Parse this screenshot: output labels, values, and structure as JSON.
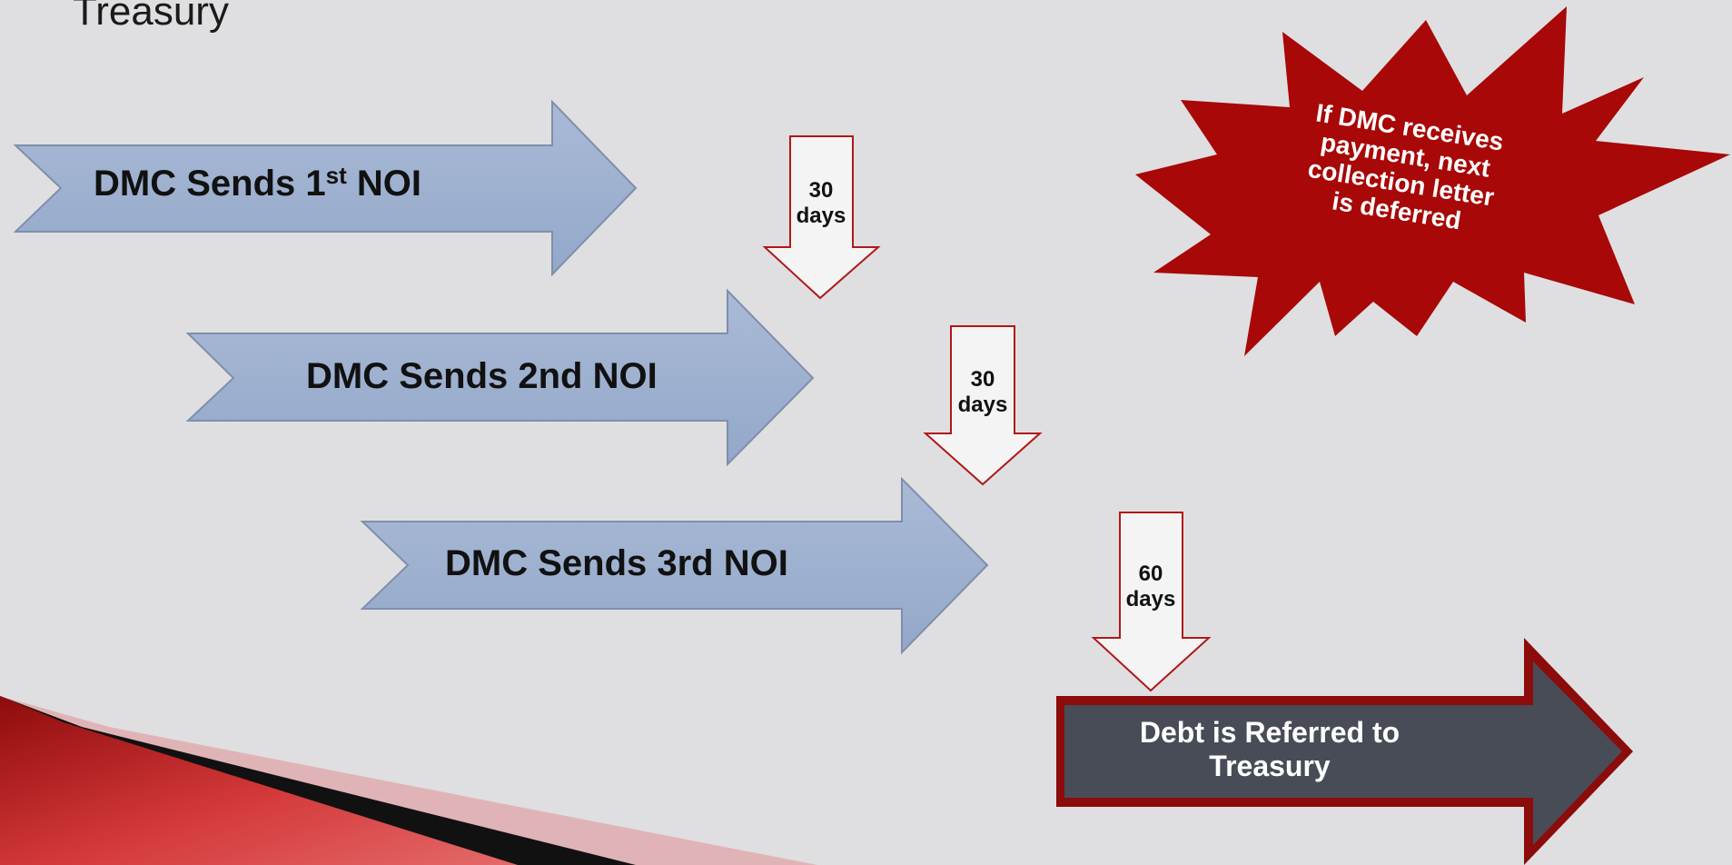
{
  "slide": {
    "title": "Treasury"
  },
  "steps": [
    {
      "label_main": "DMC Sends 1",
      "label_sup": "st",
      "label_end": " NOI"
    },
    {
      "label": "DMC Sends 2nd NOI"
    },
    {
      "label": "DMC Sends 3rd NOI"
    }
  ],
  "intervals": [
    {
      "value": "30",
      "unit": "days"
    },
    {
      "value": "30",
      "unit": "days"
    },
    {
      "value": "60",
      "unit": "days"
    }
  ],
  "final": {
    "line1": "Debt is Referred to",
    "line2": "Treasury"
  },
  "callout": {
    "line1": "If DMC receives",
    "line2": "payment, next",
    "line3": "collection letter",
    "line4": "is deferred"
  },
  "colors": {
    "step_arrow": "#9aadcc",
    "final_arrow_fill": "#474c57",
    "final_arrow_border": "#8c0b0b",
    "down_arrow_fill": "#f4f4f4",
    "down_arrow_border": "#b01818",
    "callout_fill": "#a80808",
    "accent_red": "#b51f1f"
  }
}
